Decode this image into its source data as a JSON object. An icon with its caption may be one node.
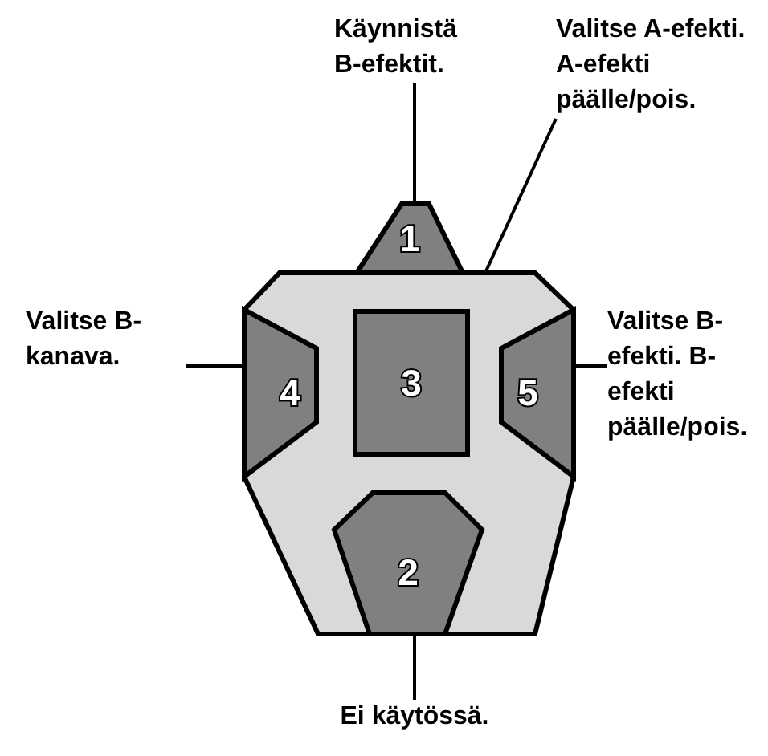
{
  "diagram": {
    "nodes": [
      {
        "text": [
          "Käynnistä B-efektit."
        ]
      },
      {
        "text": [
          "Valitse A-efekti. A-efekti päälle/pois."
        ]
      },
      {
        "text": [
          "1"
        ]
      },
      {
        "text": [],
        "shape": "box"
      },
      {
        "text": [
          "Valitse B-kanava."
        ]
      },
      {
        "text": [
          "4"
        ],
        "in": 3
      },
      {
        "text": [
          "3"
        ],
        "in": 3
      },
      {
        "text": [
          "5"
        ],
        "in": 3
      },
      {
        "text": [
          "Valitse B-efekti. B-efekti päälle/pois."
        ]
      },
      {
        "text": [
          "2"
        ],
        "in": 3
      },
      {
        "text": [
          "Ei käytössä."
        ]
      }
    ],
    "edges": [
      {
        "from": 0,
        "to": 2,
        "arrow": "none"
      },
      {
        "from": 1,
        "to": 6,
        "arrow": "none"
      },
      {
        "from": 4,
        "to": 5,
        "arrow": "none"
      },
      {
        "from": 8,
        "to": 7,
        "arrow": "none"
      },
      {
        "from": 10,
        "to": 9,
        "arrow": "none"
      }
    ]
  }
}
